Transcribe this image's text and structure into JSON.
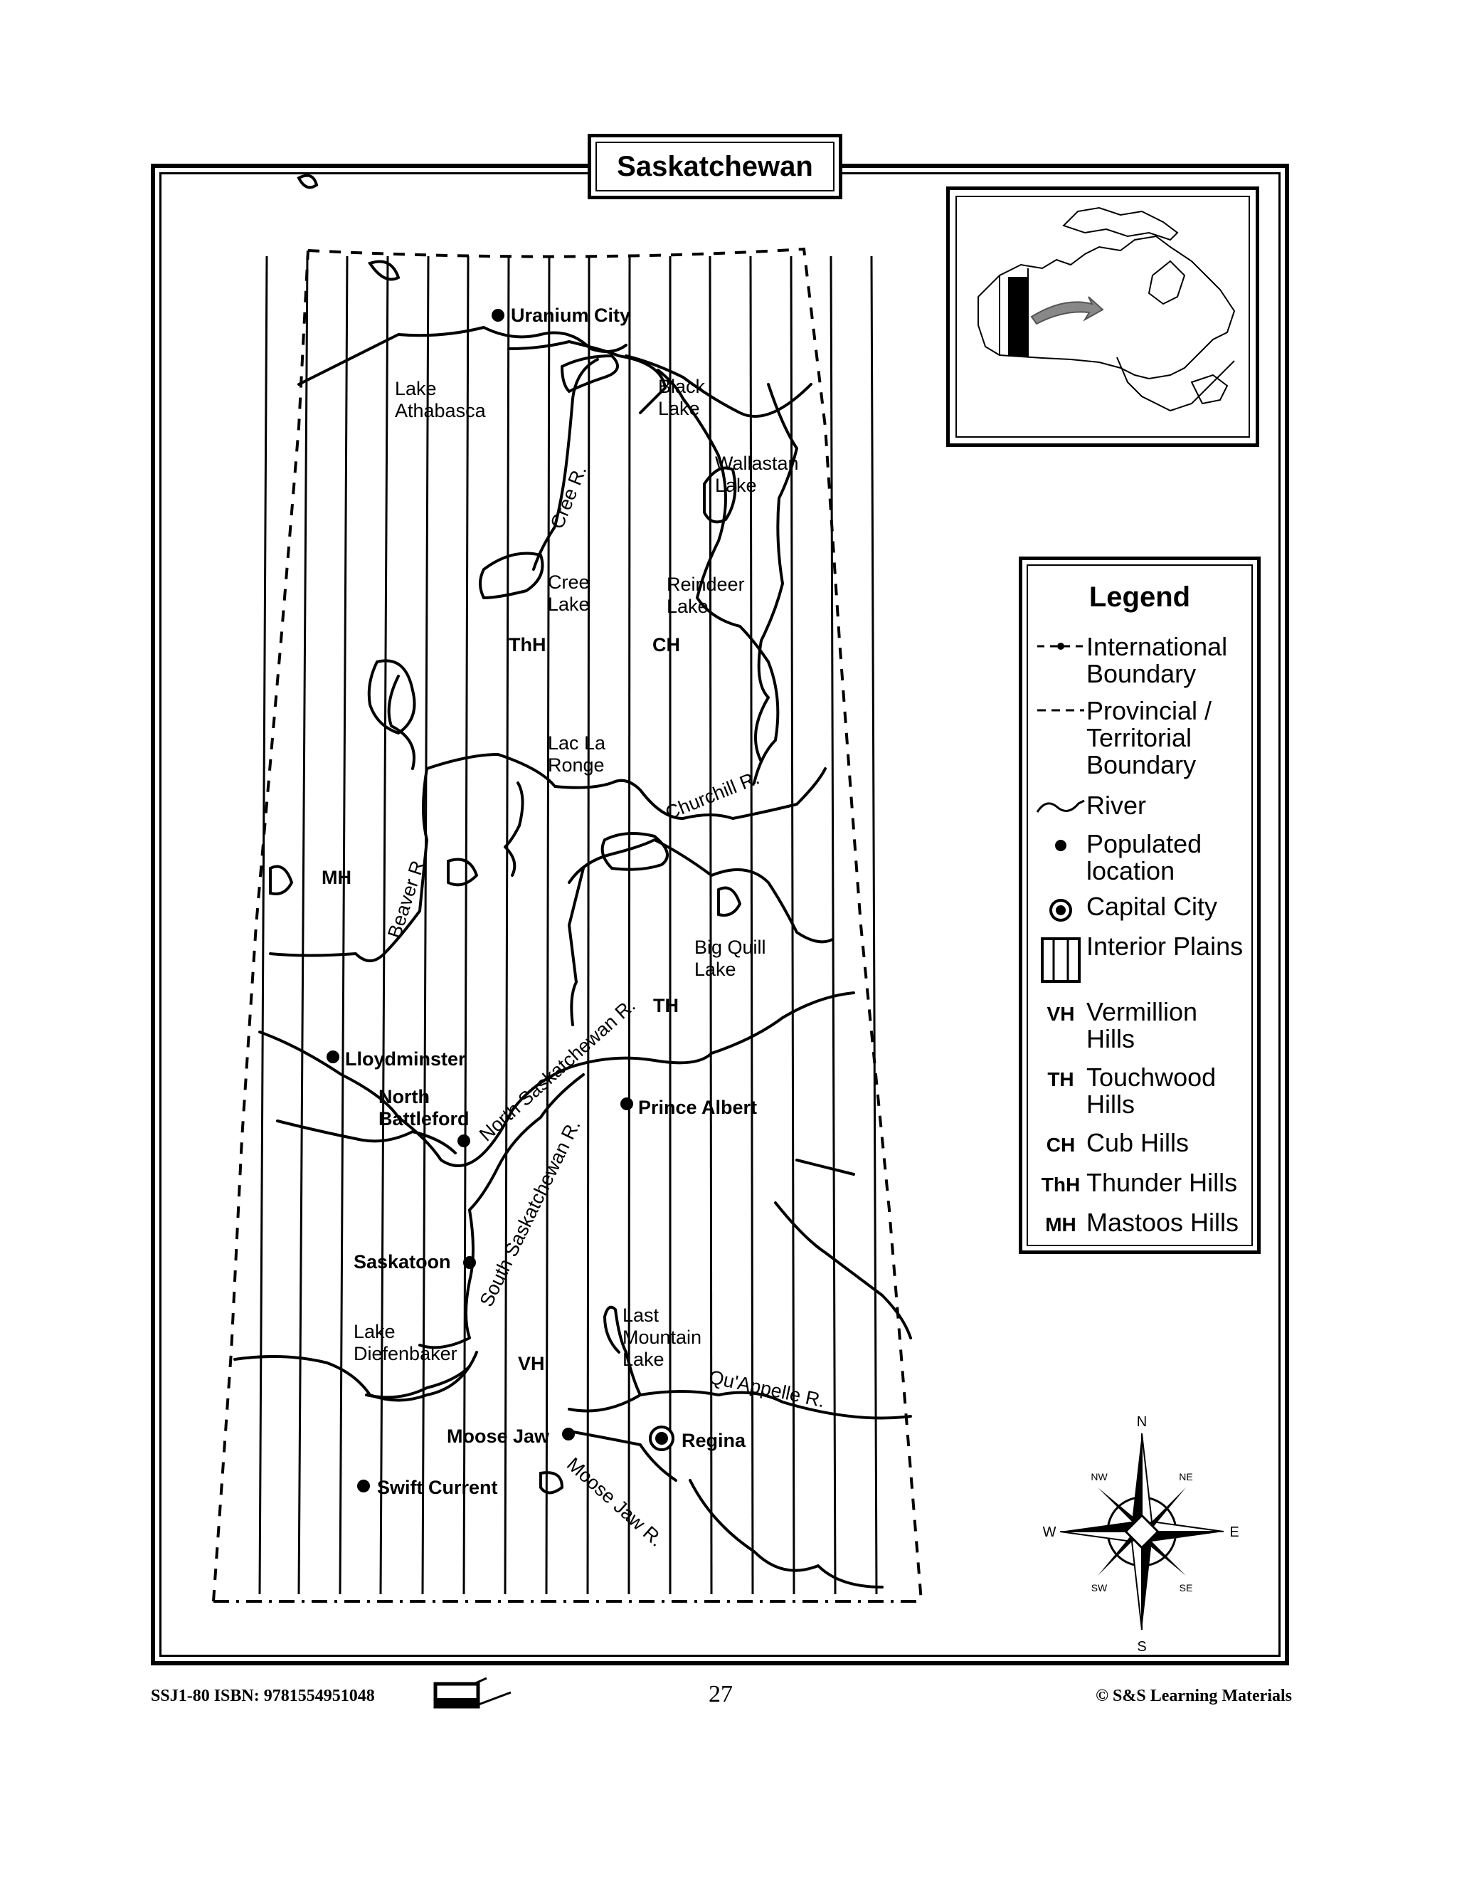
{
  "title": "Saskatchewan",
  "places": {
    "uranium_city": "Uranium City",
    "lake_athabasca": [
      "Lake",
      "Athabasca"
    ],
    "black_lake": [
      "Black",
      "Lake"
    ],
    "wallastan_lake": [
      "Wallastan",
      "Lake"
    ],
    "cree_river": "Cree R.",
    "cree_lake": [
      "Cree",
      "Lake"
    ],
    "reindeer_lake": [
      "Reindeer",
      "Lake"
    ],
    "thh": "ThH",
    "ch": "CH",
    "lac_la_ronge": [
      "Lac La",
      "Ronge"
    ],
    "churchill_river": "Churchill R.",
    "mh": "MH",
    "beaver_river": "Beaver R.",
    "big_quill_lake": [
      "Big Quill",
      "Lake"
    ],
    "th": "TH",
    "lloydminster": "Lloydminster",
    "north_sask_river": "North Saskatchewan R.",
    "north_battleford": [
      "North",
      "Battleford"
    ],
    "prince_albert": "Prince Albert",
    "south_sask_river": "South Saskatchewan R.",
    "saskatoon": "Saskatoon",
    "lake_diefenbaker": [
      "Lake",
      "Diefenbaker"
    ],
    "vh": "VH",
    "last_mountain_lake": [
      "Last",
      "Mountain",
      "Lake"
    ],
    "quappelle_river": "Qu'Appelle R.",
    "moose_jaw": "Moose Jaw",
    "regina": "Regina",
    "moose_jaw_river": "Moose Jaw R.",
    "swift_current": "Swift Current"
  },
  "compass": {
    "n": "N",
    "s": "S",
    "e": "E",
    "w": "W",
    "ne": "NE",
    "nw": "NW",
    "se": "SE",
    "sw": "SW"
  },
  "legend": {
    "title": "Legend",
    "items": [
      {
        "key": "international",
        "label": "International Boundary"
      },
      {
        "key": "provincial",
        "label": "Provincial / Territorial Boundary"
      },
      {
        "key": "river",
        "label": "River"
      },
      {
        "key": "populated",
        "label": "Populated location"
      },
      {
        "key": "capital",
        "label": "Capital City"
      },
      {
        "key": "plains",
        "label": "Interior Plains"
      },
      {
        "key": "vh",
        "abbr": "VH",
        "label": "Vermillion Hills"
      },
      {
        "key": "th",
        "abbr": "TH",
        "label": "Touchwood Hills"
      },
      {
        "key": "ch",
        "abbr": "CH",
        "label": "Cub Hills"
      },
      {
        "key": "thh",
        "abbr": "ThH",
        "label": "Thunder Hills"
      },
      {
        "key": "mh",
        "abbr": "MH",
        "label": "Mastoos Hills"
      }
    ]
  },
  "footer": {
    "left": "SSJ1-80  ISBN: 9781554951048",
    "page": "27",
    "right": "© S&S Learning Materials"
  }
}
